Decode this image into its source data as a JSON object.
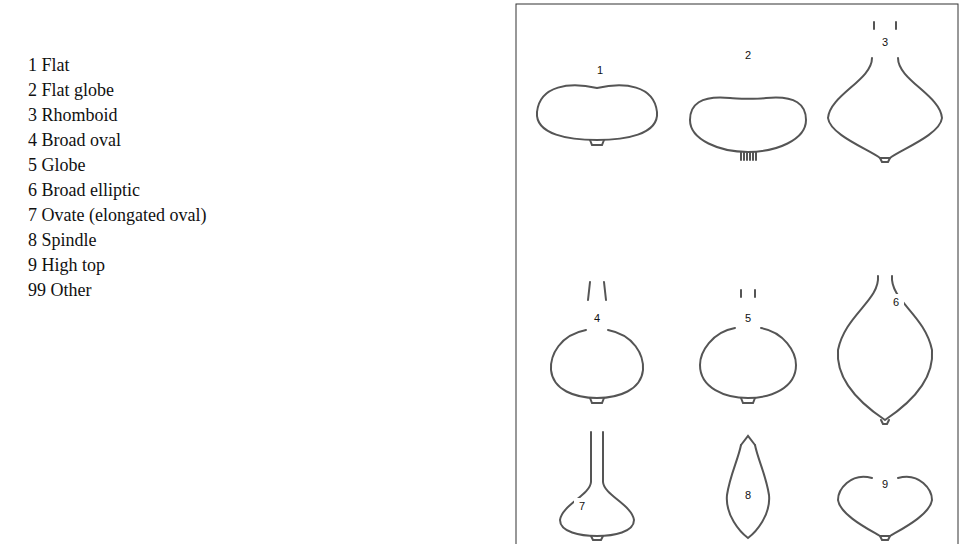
{
  "diagram": {
    "labels": [
      "1 Flat",
      "2 Flat globe",
      "3 Rhomboid",
      "4 Broad oval",
      "5 Globe",
      "6 Broad elliptic",
      "7 Ovate (elongated oval)",
      "8 Spindle",
      "9 High top",
      "99 Other",
      "1",
      "2",
      "3",
      "4",
      "5",
      "6",
      "7",
      "8",
      "9"
    ]
  }
}
